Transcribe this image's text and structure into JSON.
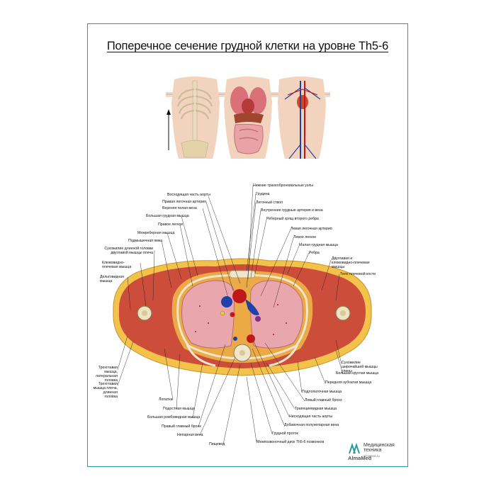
{
  "title": "Поперечное сечение грудной клетки на уровне Th5-6",
  "labels_left": [
    "Восходящая часть аорты",
    "Правая легочная артерия",
    "Верхняя полая вена",
    "Большая грудная мышца",
    "Правое легкое",
    "Межреберная мышца",
    "Подмышечная ямка",
    "Сухожилие длинной головки двуглавой мышцы плеча",
    "Клювовидно-плечевая мышца",
    "Дельтовидная мышца",
    "Трехглавая мышца, латеральная головка",
    "Трехглавая мышца плеча, длинная головка",
    "Лопатка",
    "Подостная мышца",
    "Большая ромбовидная мышца",
    "Правый главный бронх",
    "Непарная вена",
    "Пищевод"
  ],
  "labels_right": [
    "Нижние трахеобронхиальные узлы",
    "Грудина",
    "Легочный ствол",
    "Внутренние грудные артерия и вена",
    "Реберный хрящ второго ребра",
    "Левая легочная артерия",
    "Левое легкое",
    "Малая грудная мышца",
    "Ребра",
    "Двуглавая и клювовидно-плечевая мышцы",
    "Тело плечевой кости",
    "Сухожилие широчайшей мышцы спины",
    "Большая круглая мышца",
    "Передняя зубчатая мышца",
    "Подлопаточная мышца",
    "Левый главный бронх",
    "Трапециевидная мышца",
    "Нисходящая часть аорты",
    "Добавочная полунепарная вена",
    "Грудной проток",
    "Межпозвоночный диск Th5-6 позвонков"
  ],
  "logo": {
    "brand": "AlmaMed",
    "line1": "Медицинская",
    "line2": "техника",
    "site": "almamed.su"
  },
  "colors": {
    "frame": "#2a9a9a",
    "muscle": "#c9403a",
    "fat": "#f3c24a",
    "lung": "#e9a6ad",
    "artery": "#c01818",
    "vein": "#2340a8"
  }
}
